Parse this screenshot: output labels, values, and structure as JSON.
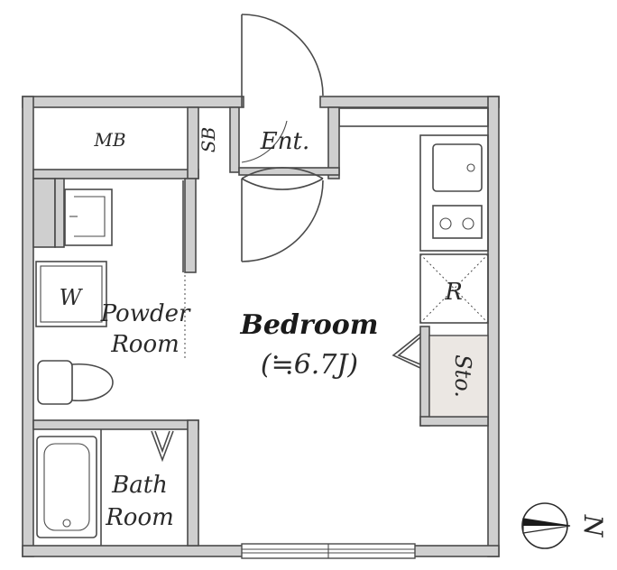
{
  "labels": {
    "mb": "MB",
    "sb": "SB",
    "entrance": "Ent.",
    "washer": "W",
    "powder_line1": "Powder",
    "powder_line2": "Room",
    "bedroom": "Bedroom",
    "bedroom_size": "(≒6.7J)",
    "refrigerator": "R",
    "storage": "Sto.",
    "bath_line1": "Bath",
    "bath_line2": "Room",
    "north": "N"
  },
  "colors": {
    "wall": "#cfcfcf",
    "line": "#4a4a4a",
    "storage_fill": "#ebe7e3"
  }
}
